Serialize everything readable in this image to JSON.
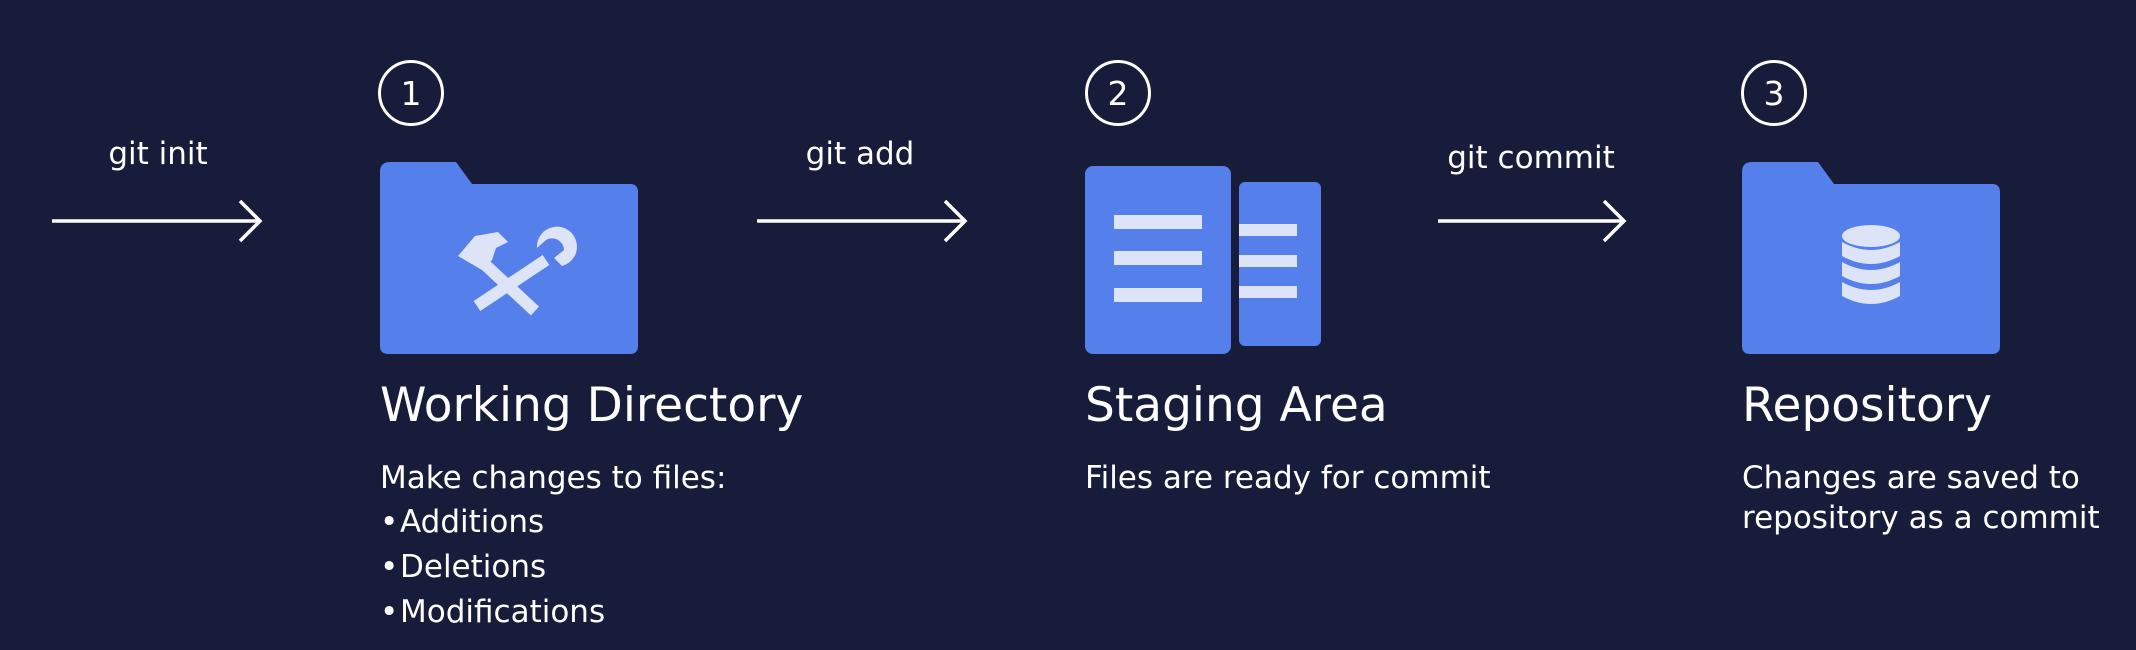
{
  "colors": {
    "background": "#161c39",
    "accent": "#5580ec",
    "icon_detail": "#dde4f8",
    "text": "#ffffff"
  },
  "transitions": [
    {
      "command": "git init"
    },
    {
      "command": "git add"
    },
    {
      "command": "git commit"
    }
  ],
  "stages": [
    {
      "number": "1",
      "icon": "tools-folder-icon",
      "title": "Working Directory",
      "description": "Make changes to files:",
      "bullets": [
        "Additions",
        "Deletions",
        "Modifications"
      ]
    },
    {
      "number": "2",
      "icon": "staged-documents-icon",
      "title": "Staging Area",
      "description": "Files are ready for commit"
    },
    {
      "number": "3",
      "icon": "database-folder-icon",
      "title": "Repository",
      "description_lines": [
        "Changes are saved to",
        "repository as a commit"
      ]
    }
  ]
}
